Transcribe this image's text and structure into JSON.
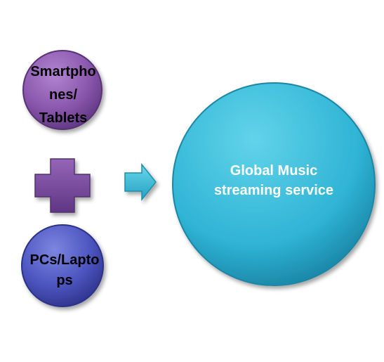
{
  "nodes": {
    "smartphones": {
      "line1": "Smartpho",
      "line2": "nes/",
      "line3": "Tablets"
    },
    "pcs": {
      "line1": "PCs/Lapto",
      "line2": "ps"
    },
    "service": {
      "line1": "Global Music",
      "line2": "streaming service"
    }
  },
  "colors": {
    "purple_circle": "#8b58ad",
    "blue_circle": "#4d56c0",
    "plus": "#7a4aa0",
    "arrow": "#38c0dc",
    "service_circle": "#2fb5d6"
  }
}
